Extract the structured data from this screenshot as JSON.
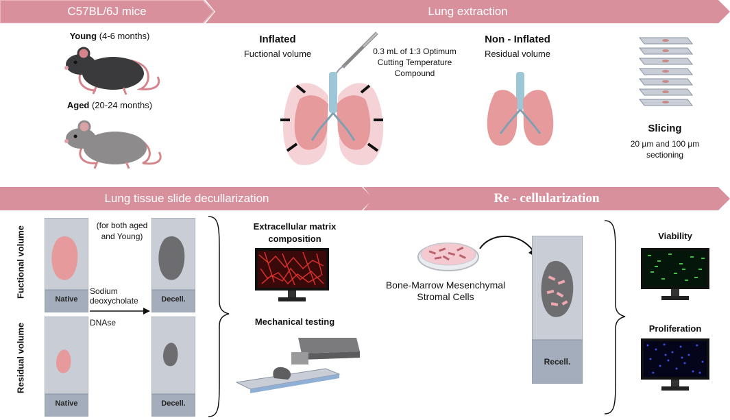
{
  "banners": {
    "mice": "C57BL/6J mice",
    "extraction": "Lung extraction",
    "decell": "Lung tissue slide decullarization",
    "recell": "Re - cellularization"
  },
  "mice": {
    "young_bold": "Young",
    "young_rest": " (4-6 months)",
    "aged_bold": "Aged",
    "aged_rest": " (20-24 months)"
  },
  "extraction": {
    "inflated_title": "Inflated",
    "inflated_sub": "Fuctional volume",
    "oct_line1": "0.3 mL of 1:3 Optimum",
    "oct_line2": "Cutting Temperature",
    "oct_line3": "Compound",
    "noninflated_title": "Non - Inflated",
    "noninflated_sub": "Residual volume",
    "slicing_title": "Slicing",
    "slicing_line1": "20 µm and 100 µm",
    "slicing_line2": "sectioning"
  },
  "decell": {
    "row_functional": "Fuctional volume",
    "row_residual": "Residual volume",
    "note_line1": "(for both aged",
    "note_line2": "and Young)",
    "reagent1_line1": "Sodium",
    "reagent1_line2": "deoxycholate",
    "reagent2": "DNAse",
    "native": "Native",
    "decelled": "Decell.",
    "ecm_line1": "Extracellular matrix",
    "ecm_line2": "composition",
    "mech": "Mechanical testing"
  },
  "recell": {
    "cells_line1": "Bone-Marrow Mesenchymal",
    "cells_line2": "Stromal Cells",
    "recelled": "Recell.",
    "viability": "Viability",
    "proliferation": "Proliferation"
  },
  "colors": {
    "banner": "#d9909d",
    "banner_light": "#e8b5be",
    "lung": "#e79a9c",
    "slide_glass": "#c9ced6",
    "slide_label": "#a4adbb"
  }
}
